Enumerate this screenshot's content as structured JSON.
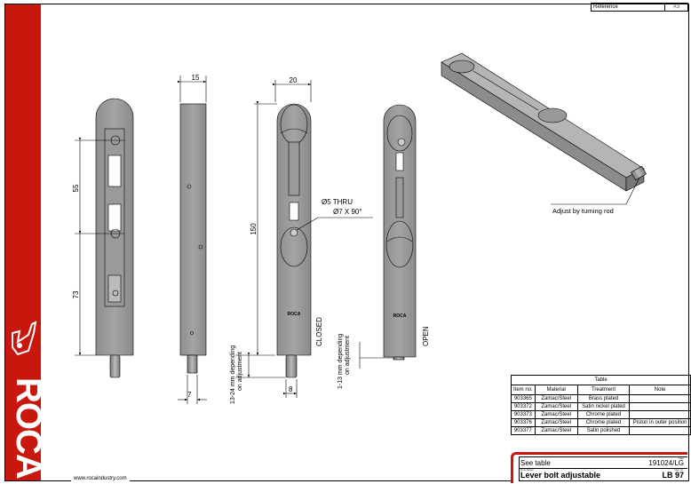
{
  "header": {
    "reference_label": "Reference",
    "sheet_size": "A3"
  },
  "brand": {
    "name": "ROCA",
    "website": "www.rocaindustry.com",
    "red": "#c8170d"
  },
  "drawing": {
    "dims": {
      "width_side": "15",
      "width_front": "20",
      "d55": "55",
      "d73": "73",
      "d150": "150",
      "d7": "7",
      "d8": "8"
    },
    "hole_note_1": "Ø5 THRU",
    "hole_note_2": "Ø7 X 90°",
    "closed_label": "CLOSED",
    "open_label": "OPEN",
    "adj_closed_1": "13-24 mm depending",
    "adj_closed_2": "on adjustment",
    "adj_open_1": "1-13 mm depending",
    "adj_open_2": "on adjustment",
    "iso_callout": "Adjust by turning rod",
    "part_logo": "ROCA"
  },
  "table": {
    "title": "Table",
    "columns": [
      "Item no.",
      "Material",
      "Treatment",
      "Note"
    ],
    "rows": [
      [
        "903365",
        "Zamac/Steel",
        "Brass plated",
        ""
      ],
      [
        "903372",
        "Zamac/Steel",
        "Satin nickel plated",
        ""
      ],
      [
        "903373",
        "Zamac/Steel",
        "Chrome plated",
        ""
      ],
      [
        "903376",
        "Zamac/Steel",
        "Chrome plated",
        "Piston in outer position"
      ],
      [
        "903377",
        "Zamac/Steel",
        "Satin polished",
        ""
      ]
    ]
  },
  "titleblock": {
    "date_label": "Date",
    "material_value": "See table",
    "date_value": "191024/LG",
    "description_label": "Description",
    "item_label": "Item no.",
    "description": "Lever bolt adjustable",
    "item_no": "LB 97"
  }
}
